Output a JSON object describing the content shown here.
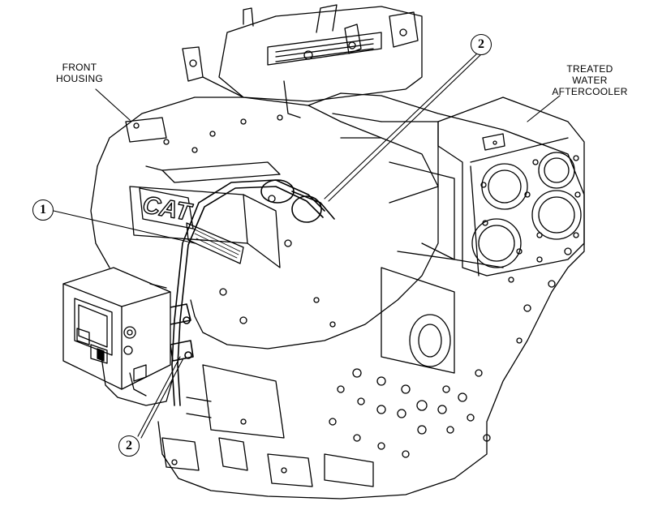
{
  "labels": {
    "front_housing_line1": "FRONT",
    "front_housing_line2": "HOUSING",
    "aftercooler_line1": "TREATED",
    "aftercooler_line2": "WATER",
    "aftercooler_line3": "AFTERCOOLER"
  },
  "callouts": {
    "one": "1",
    "two_top": "2",
    "two_bottom": "2"
  },
  "emblem": {
    "text": "CAT"
  },
  "colors": {
    "ink": "#000000",
    "paper": "#ffffff"
  }
}
